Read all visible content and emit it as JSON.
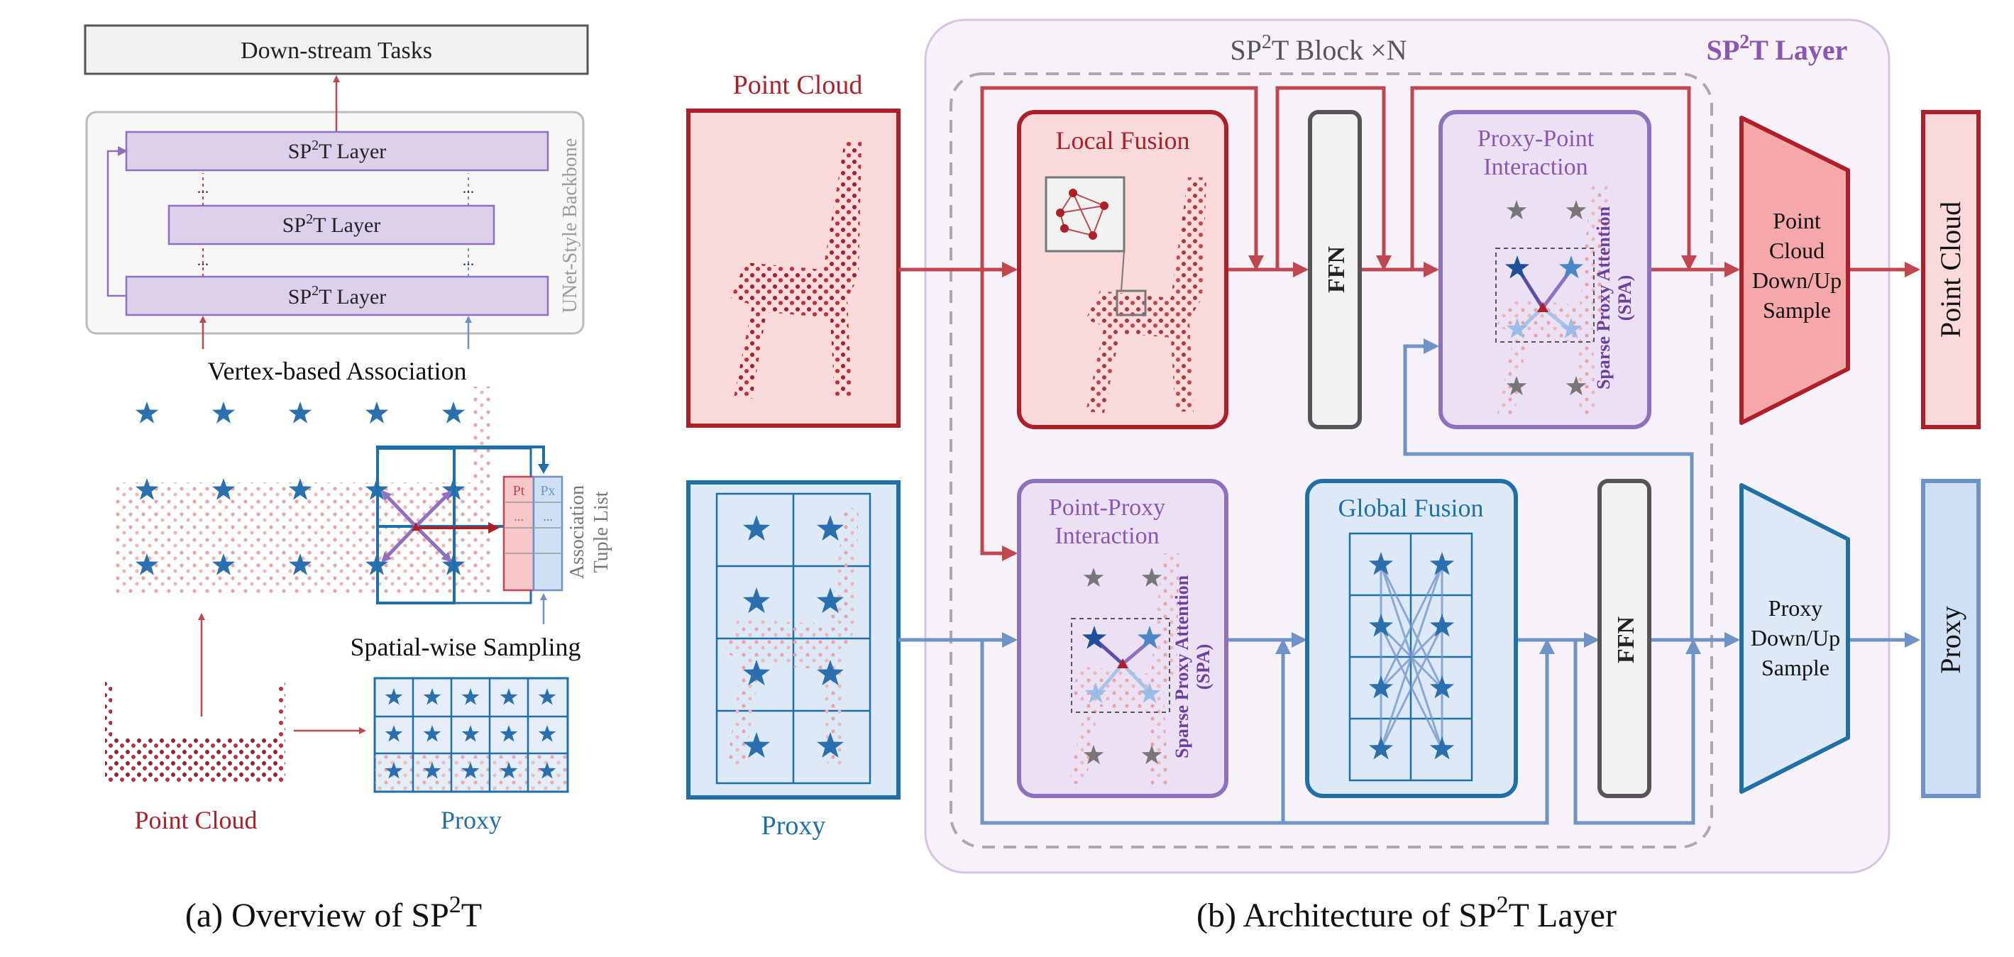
{
  "panel_a": {
    "downstream": "Down-stream Tasks",
    "layer_label": "SP2T Layer",
    "backbone": "UNet-Style Backbone",
    "vertex_assoc": "Vertex-based Association",
    "spatial_sampling": "Spatial-wise Sampling",
    "pt_label": "Pt",
    "px_label": "Px",
    "tuple_list_1": "Association",
    "tuple_list_2": "Tuple List",
    "point_cloud": "Point Cloud",
    "proxy": "Proxy",
    "caption_pre": "(a) Overview of SP",
    "caption_sup": "2",
    "caption_post": "T"
  },
  "panel_b": {
    "block_pre": "SP",
    "block_sup": "2",
    "block_post": "T Block ×N",
    "layer_pre": "SP",
    "layer_sup": "2",
    "layer_post": "T Layer",
    "point_cloud_in": "Point Cloud",
    "proxy_in": "Proxy",
    "local_fusion": "Local Fusion",
    "ffn": "FFN",
    "proxy_point_1": "Proxy-Point",
    "proxy_point_2": "Interaction",
    "point_proxy_1": "Point-Proxy",
    "point_proxy_2": "Interaction",
    "global_fusion": "Global Fusion",
    "spa_1": "Sparse Proxy Attention",
    "spa_2": "(SPA)",
    "pc_sample": [
      "Point",
      "Cloud",
      "Down/Up",
      "Sample"
    ],
    "proxy_sample": [
      "Proxy",
      "Down/Up",
      "Sample"
    ],
    "point_cloud_out": "Point Cloud",
    "proxy_out": "Proxy",
    "caption_pre": "(b) Architecture of SP",
    "caption_sup": "2",
    "caption_post": "T Layer"
  },
  "colors": {
    "red": "#b01e2a",
    "red_fill": "#f8d7d8",
    "blue": "#1f6fa8",
    "blue_fill": "#dde9f7",
    "purple": "#8a55b5",
    "purple_fill": "#ece1f4",
    "gray": "#666666"
  }
}
